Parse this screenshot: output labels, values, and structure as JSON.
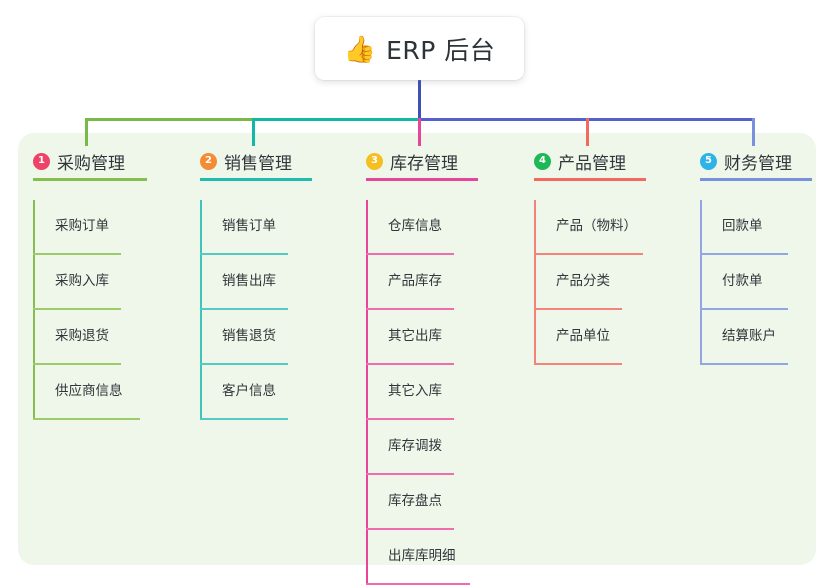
{
  "root": {
    "emoji": "👍",
    "emoji_name": "thumbs-up-icon",
    "title": "ERP 后台"
  },
  "panel": {
    "background": "#eef7e9"
  },
  "bus": {
    "segments": [
      {
        "name": "green-segment",
        "color": "#79b94a"
      },
      {
        "name": "teal-segment",
        "color": "#11b8a8"
      },
      {
        "name": "indigo-segment",
        "color": "#5361cf"
      }
    ],
    "stem_color": "#3f51b5"
  },
  "columns": [
    {
      "index": "1",
      "title": "采购管理",
      "badge_color": "#ee4266",
      "accent": "#86be4d",
      "items": [
        {
          "label": "采购订单"
        },
        {
          "label": "采购入库"
        },
        {
          "label": "采购退货"
        },
        {
          "label": "供应商信息"
        }
      ]
    },
    {
      "index": "2",
      "title": "销售管理",
      "badge_color": "#f58b33",
      "accent": "#20bcb0",
      "items": [
        {
          "label": "销售订单"
        },
        {
          "label": "销售出库"
        },
        {
          "label": "销售退货"
        },
        {
          "label": "客户信息"
        }
      ]
    },
    {
      "index": "3",
      "title": "库存管理",
      "badge_color": "#f5bf22",
      "accent": "#e8459a",
      "items": [
        {
          "label": "仓库信息"
        },
        {
          "label": "产品库存"
        },
        {
          "label": "其它出库"
        },
        {
          "label": "其它入库"
        },
        {
          "label": "库存调拨"
        },
        {
          "label": "库存盘点"
        },
        {
          "label": "出库库明细"
        }
      ]
    },
    {
      "index": "4",
      "title": "产品管理",
      "badge_color": "#1fb858",
      "accent": "#f4695f",
      "items": [
        {
          "label": "产品（物料）"
        },
        {
          "label": "产品分类"
        },
        {
          "label": "产品单位"
        }
      ]
    },
    {
      "index": "5",
      "title": "财务管理",
      "badge_color": "#2eb3e8",
      "accent": "#7b90dd",
      "items": [
        {
          "label": "回款单"
        },
        {
          "label": "付款单"
        },
        {
          "label": "结算账户"
        }
      ]
    }
  ]
}
